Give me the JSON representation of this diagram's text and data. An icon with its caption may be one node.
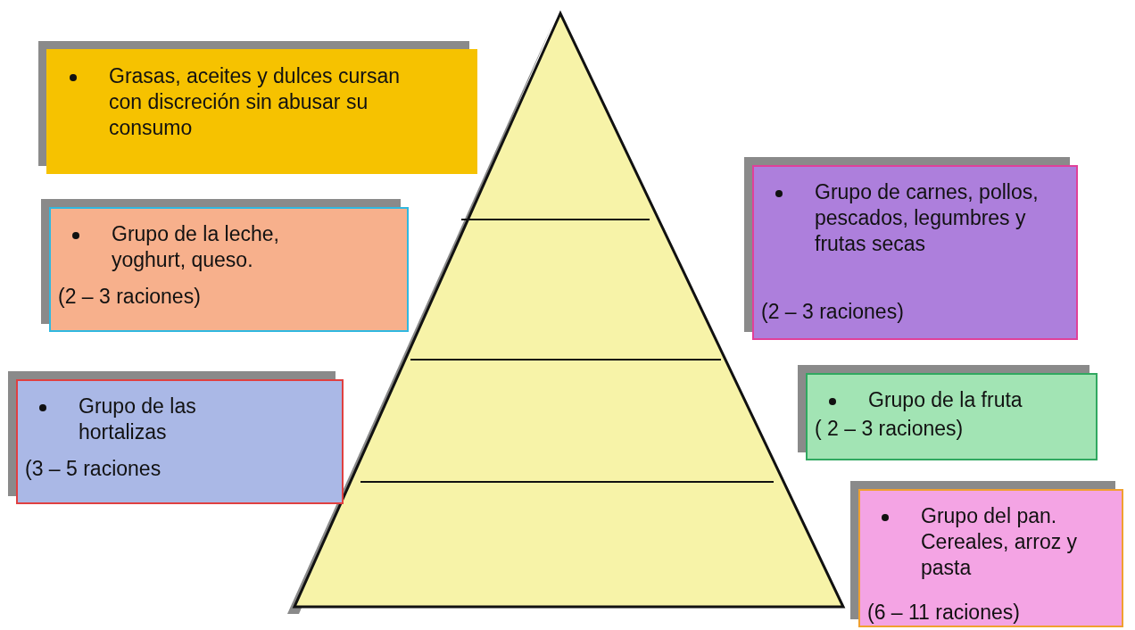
{
  "diagram": {
    "nodes": [
      {
        "text": [
          "Grasas, aceites y dulces cursan con discreción sin abusar su consumo"
        ]
      },
      {
        "text": [
          "Grupo de carnes, pollos, pescados, legumbres y frutas secas",
          "(2 – 3 raciones)"
        ]
      },
      {
        "text": [
          "Grupo de la leche, yoghurt, queso.",
          "(2 – 3 raciones)"
        ]
      },
      {
        "text": [
          "Grupo de la fruta",
          "( 2 – 3 raciones)"
        ]
      },
      {
        "text": [
          "Grupo de las hortalizas",
          "(3 – 5 raciones"
        ]
      },
      {
        "text": [
          "Grupo del pan. Cereales, arroz y pasta",
          "(6 – 11 raciones)"
        ]
      }
    ]
  }
}
